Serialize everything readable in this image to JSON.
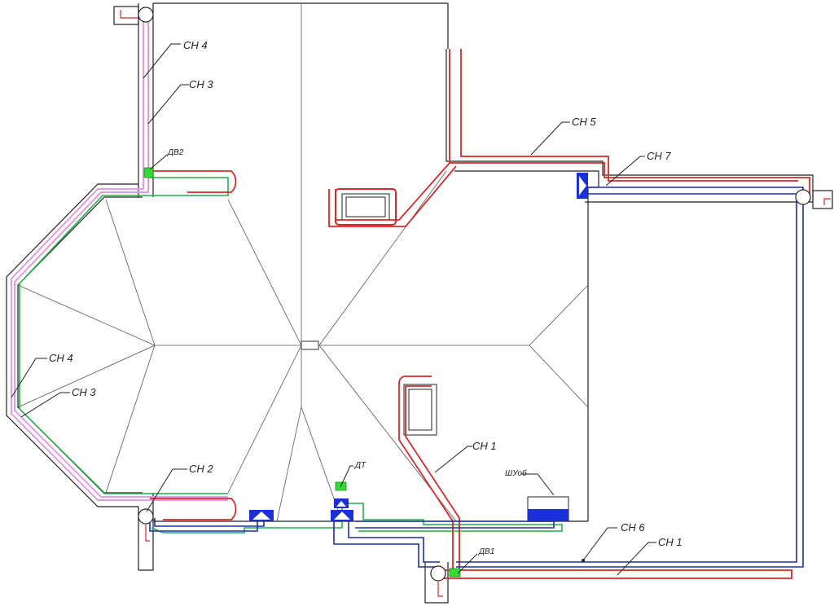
{
  "labels": {
    "sn4_top": "СН 4",
    "sn3_top": "СН 3",
    "dv2": "ДВ2",
    "sn5": "СН 5",
    "sn7": "СН 7",
    "sn4_left": "СН 4",
    "sn3_left": "СН 3",
    "sn2": "СН 2",
    "dt": "ДТ",
    "sn1_mid": "СН 1",
    "shuob": "ШУоб",
    "sn6": "СН 6",
    "sn1_right": "СН 1",
    "dv1": "ДВ1"
  },
  "colors": {
    "outline": "#222222",
    "roof_line": "#555555",
    "heating_red": "#d42a2a",
    "heating_pink": "#e39be3",
    "heating_green": "#22b14c",
    "heating_blue": "#1d2fa8",
    "sensor_green": "#33dd33",
    "device_blue": "#1a2fd6"
  }
}
